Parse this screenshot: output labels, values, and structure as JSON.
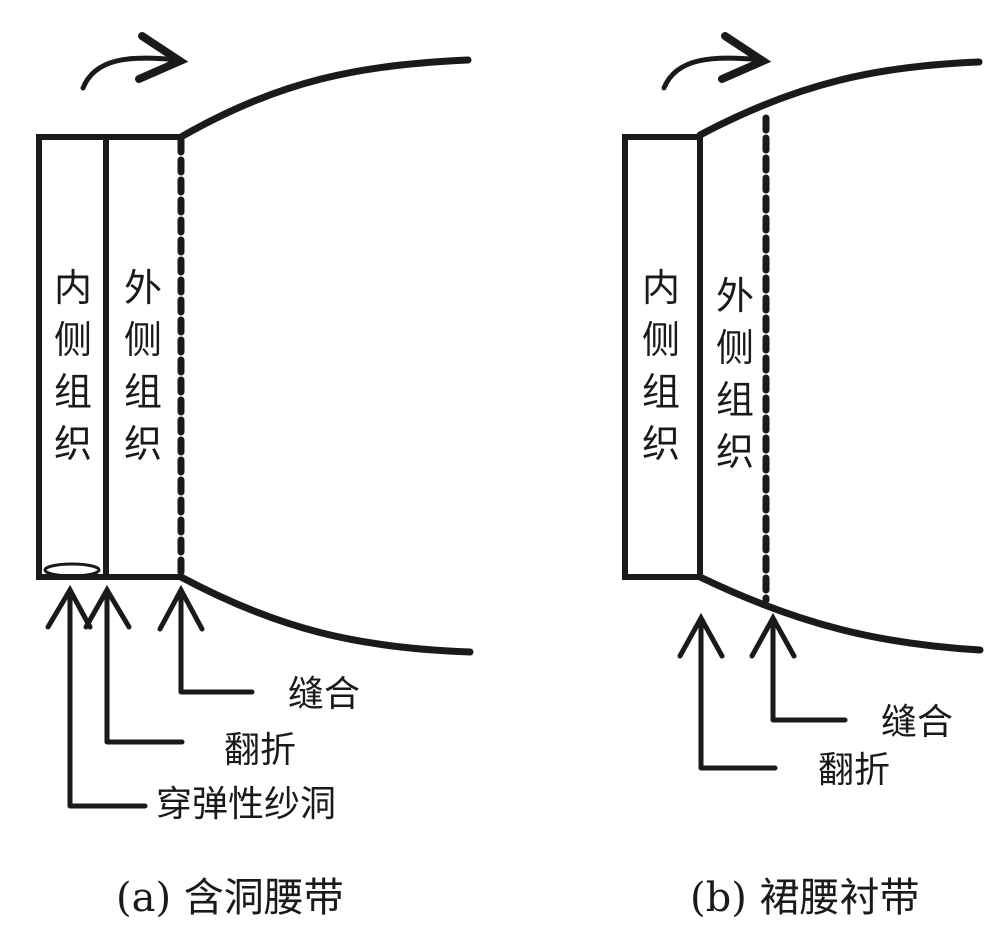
{
  "panels": [
    {
      "id": "a",
      "caption": "(a) 含洞腰带",
      "inner_layer_label": "内侧组织",
      "outer_layer_label": "外侧组织",
      "callouts": [
        "缝合",
        "翻折",
        "穿弹性纱洞"
      ]
    },
    {
      "id": "b",
      "caption": "(b) 裙腰衬带",
      "inner_layer_label": "内侧组织",
      "outer_layer_label": "外侧组织",
      "callouts": [
        "缝合",
        "翻折"
      ]
    }
  ],
  "colors": {
    "stroke": "#1a1a1a",
    "background": "#ffffff"
  }
}
